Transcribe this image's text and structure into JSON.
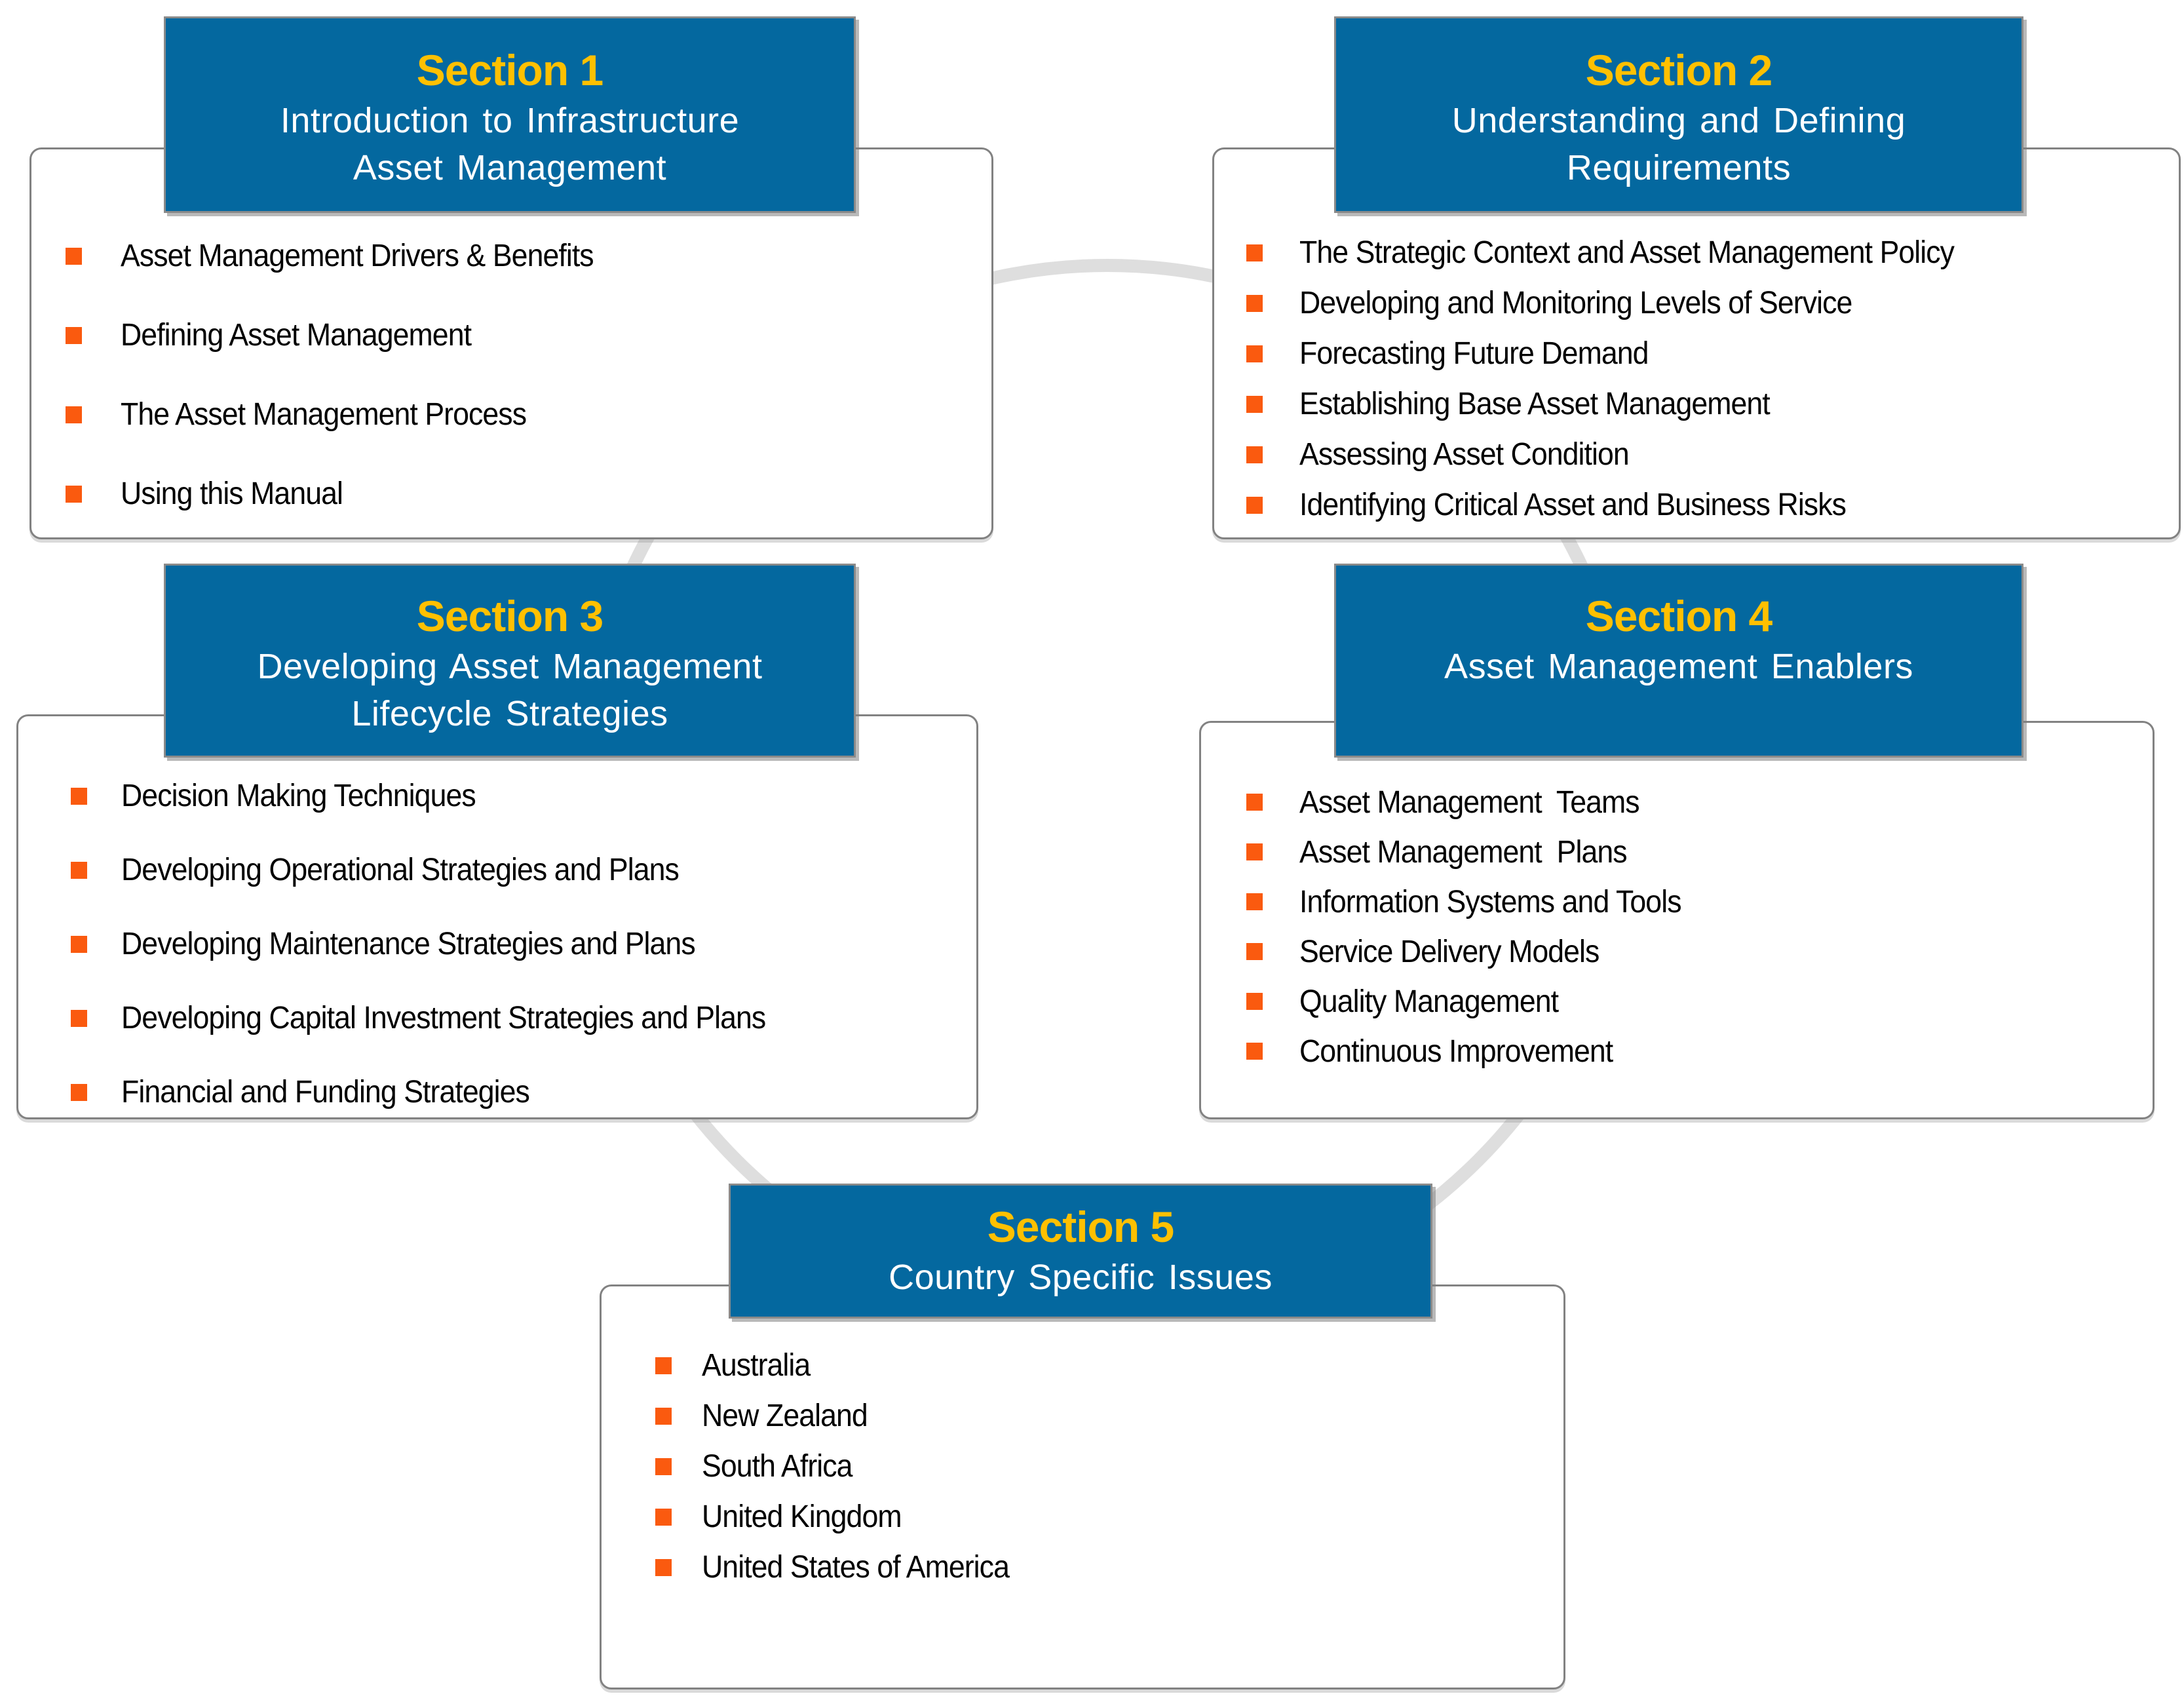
{
  "colors": {
    "header_background": "#04689F",
    "header_title_gold": "#FFC000",
    "header_subtitle_white": "#FFFFFF",
    "bullet_orange": "#FA5A0F",
    "panel_border_gray": "#828282",
    "ring_gray": "#DEDEDE",
    "body_text": "#000000"
  },
  "sections": [
    {
      "title": "Section 1",
      "subtitle_lines": [
        "Introduction to Infrastructure",
        "Asset Management"
      ],
      "items": [
        "Asset Management Drivers & Benefits",
        "Defining Asset Management",
        "The Asset Management Process",
        "Using this Manual"
      ]
    },
    {
      "title": "Section 2",
      "subtitle_lines": [
        "Understanding and Defining",
        "Requirements"
      ],
      "items": [
        "The Strategic Context and Asset Management Policy",
        "Developing and Monitoring Levels of Service",
        "Forecasting Future Demand",
        "Establishing Base Asset Management",
        "Assessing Asset Condition",
        "Identifying Critical Asset and Business Risks"
      ]
    },
    {
      "title": "Section 3",
      "subtitle_lines": [
        "Developing Asset Management",
        "Lifecycle Strategies"
      ],
      "items": [
        "Decision Making Techniques",
        "Developing Operational Strategies and Plans",
        "Developing Maintenance Strategies and Plans",
        "Developing Capital Investment Strategies and Plans",
        "Financial and Funding Strategies"
      ]
    },
    {
      "title": "Section 4",
      "subtitle_lines": [
        "Asset Management Enablers"
      ],
      "items": [
        "Asset Management  Teams",
        "Asset Management  Plans",
        "Information Systems and Tools",
        "Service Delivery Models",
        "Quality Management",
        "Continuous Improvement"
      ]
    },
    {
      "title": "Section 5",
      "subtitle_lines": [
        "Country Specific Issues"
      ],
      "items": [
        "Australia",
        "New Zealand",
        "South Africa",
        "United Kingdom",
        "United States of America"
      ]
    }
  ]
}
